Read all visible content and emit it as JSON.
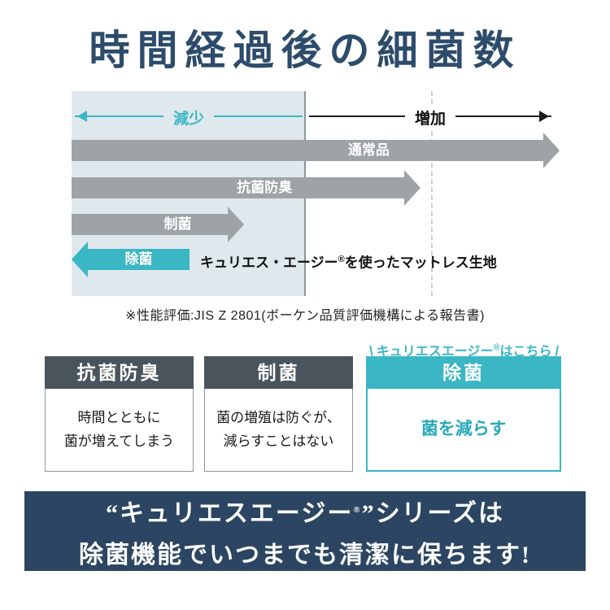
{
  "title": "時間経過後の細菌数",
  "diagram": {
    "decrease_label": "減少",
    "increase_label": "増加",
    "bars": {
      "normal": {
        "label": "通常品"
      },
      "antibacterial": {
        "label": "抗菌防臭"
      },
      "bacteriostatic": {
        "label": "制菌"
      },
      "sterilizing": {
        "label": "除菌"
      }
    },
    "sterilizing_note": {
      "pre": "キュリエス・エージー",
      "reg": "®",
      "post": "を使ったマットレス生地"
    }
  },
  "chart_data": {
    "type": "bar",
    "title": "時間経過後の細菌数",
    "x_axis": {
      "left_label": "減少",
      "right_label": "増加"
    },
    "series": [
      {
        "name": "通常品",
        "direction": "増加",
        "relative_extent": 1.0
      },
      {
        "name": "抗菌防臭",
        "direction": "増加",
        "relative_extent": 0.71
      },
      {
        "name": "制菌",
        "direction": "増加",
        "relative_extent": 0.35
      },
      {
        "name": "除菌",
        "direction": "減少",
        "relative_extent": 0.24
      }
    ],
    "annotation": "キュリエス・エージー®を使ったマットレス生地"
  },
  "performance_note": "※性能評価:JIS Z 2801(ボーケン品質評価機構による報告書)",
  "callout": {
    "left": "\\",
    "pre": "キュリエスエージー",
    "reg": "®",
    "post": "はこちら",
    "right": "/"
  },
  "cards": [
    {
      "header": "抗菌防臭",
      "body": "時間とともに\n菌が増えてしまう"
    },
    {
      "header": "制菌",
      "body": "菌の増殖は防ぐが、\n減らすことはない"
    },
    {
      "header": "除菌",
      "body": "菌を減らす"
    }
  ],
  "banner": {
    "line1_pre": "“キュリエスエージー",
    "line1_reg": "®",
    "line1_post": "”シリーズは",
    "line2": "除菌機能でいつまでも清潔に保ちます!"
  },
  "colors": {
    "navy": "#2d4c6b",
    "teal": "#3ab6c4",
    "arrow_gray": "#9ea3a6",
    "banner_bg": "#2b4562",
    "shade_bg": "#dfe9ed"
  }
}
